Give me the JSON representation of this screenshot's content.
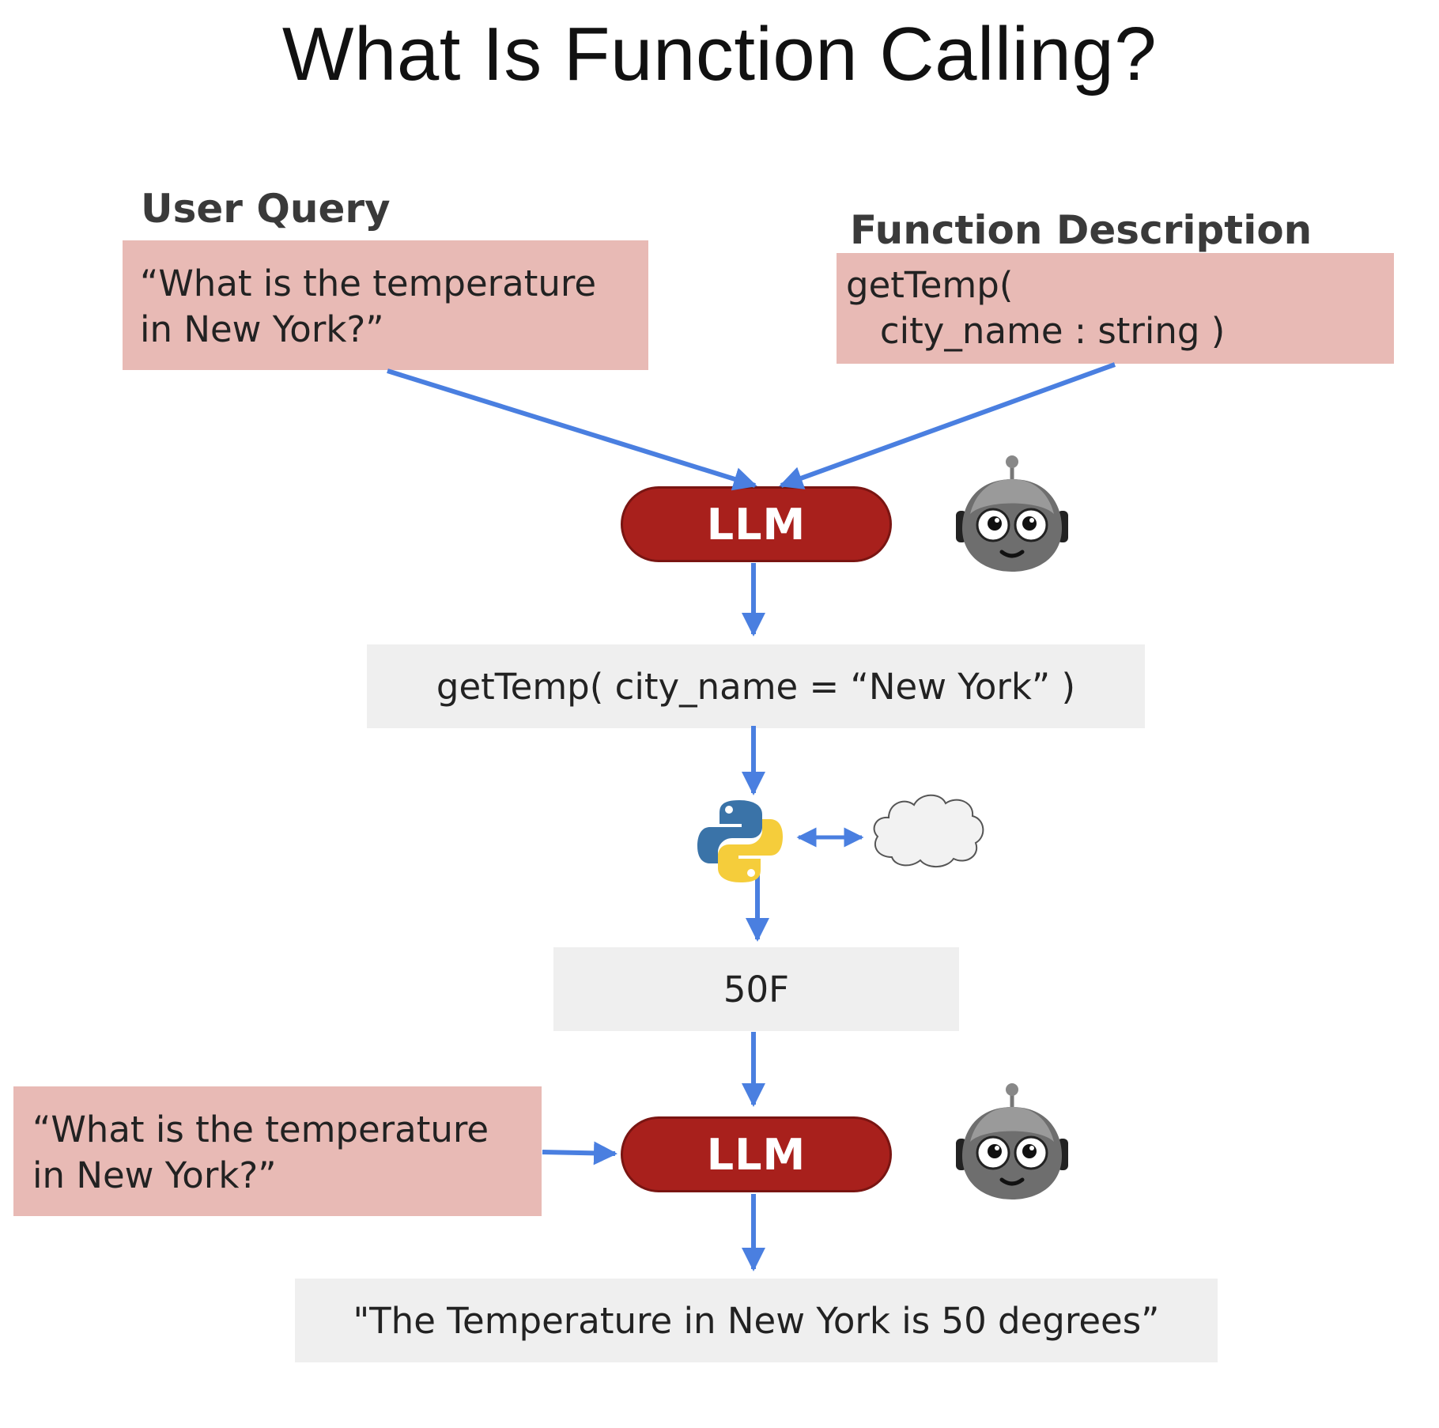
{
  "title": "What Is Function Calling?",
  "user_query": {
    "label": "User Query",
    "lines": [
      "“What is the temperature",
      "in New York?”"
    ]
  },
  "function_description": {
    "label": "Function Description",
    "lines": [
      "getTemp(",
      "   city_name : string )"
    ]
  },
  "llm_label": "LLM",
  "function_call": "getTemp( city_name = “New York” )",
  "function_result": "50F",
  "second_query": {
    "lines": [
      "“What is the temperature",
      "in New York?”"
    ]
  },
  "final_answer": "\"The Temperature in New York is 50 degrees”",
  "colors": {
    "arrow": "#4a7fe0",
    "pink_box": "#e8bab5",
    "gray_box": "#efefef",
    "llm": "#a8201c"
  },
  "icons": [
    "robot-icon",
    "python-logo-icon",
    "cloud-icon"
  ]
}
